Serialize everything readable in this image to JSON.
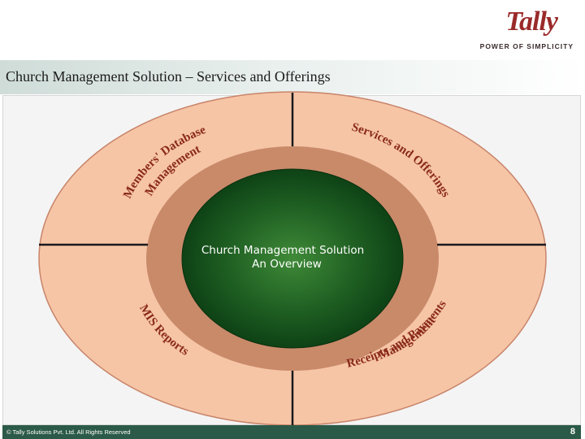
{
  "logo": {
    "brand": "Tally",
    "tagline": "POWER OF SIMPLICITY"
  },
  "slide_title": "Church Management Solution  – Services and Offerings",
  "diagram": {
    "center_line1": "Church Management Solution",
    "center_line2": "An Overview",
    "segments": [
      {
        "line1": "Members' Database",
        "line2": "Management"
      },
      {
        "line1": "Services and Offerings",
        "line2": ""
      },
      {
        "line1": "MIS Reports",
        "line2": ""
      },
      {
        "line1": "Receipts and Payments",
        "line2": "Management"
      }
    ],
    "colors": {
      "outer_ring": "#f6c5a6",
      "inner_ring": "#c98a6a",
      "center_dark": "#0a3b12",
      "center_light": "#3f8a38",
      "divider": "#1a1a1a"
    }
  },
  "footer": {
    "copyright": "© Tally Solutions Pvt. Ltd. All Rights Reserved",
    "page_number": "8"
  }
}
